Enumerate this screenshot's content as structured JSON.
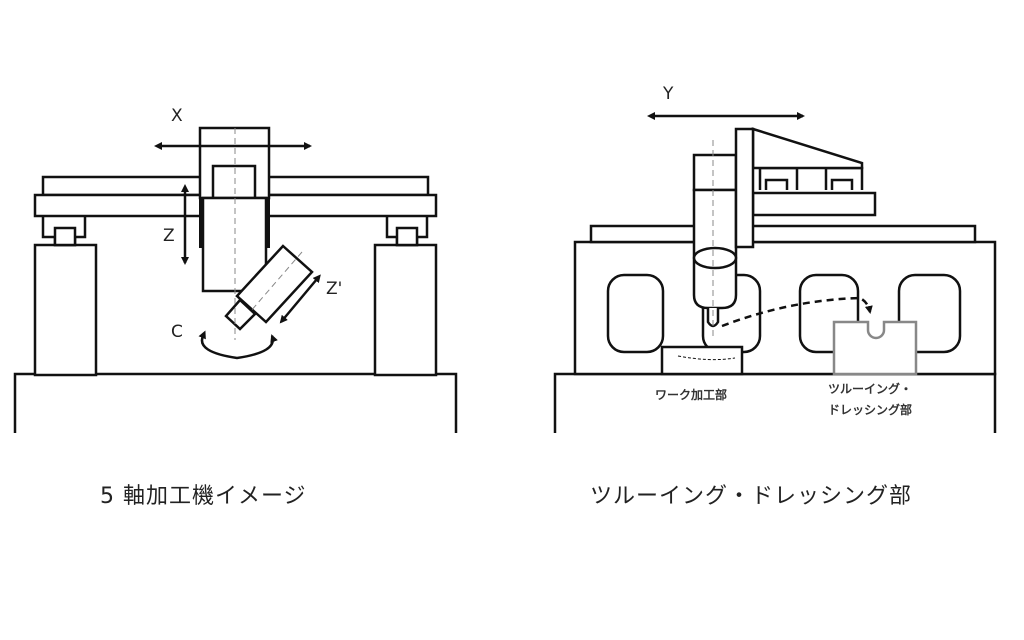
{
  "left_figure": {
    "caption": "5 軸加工機イメージ",
    "axes": {
      "x": "X",
      "z": "Z",
      "z_prime": "Z'",
      "c": "C"
    }
  },
  "right_figure": {
    "caption": "ツルーイング・ドレッシング部",
    "axes": {
      "y": "Y"
    },
    "labels": {
      "work": "ワーク加工部",
      "tooling_line1": "ツルーイング・",
      "tooling_line2": "ドレッシング部"
    }
  },
  "colors": {
    "line": "#111111",
    "tooling_box": "#888888"
  }
}
